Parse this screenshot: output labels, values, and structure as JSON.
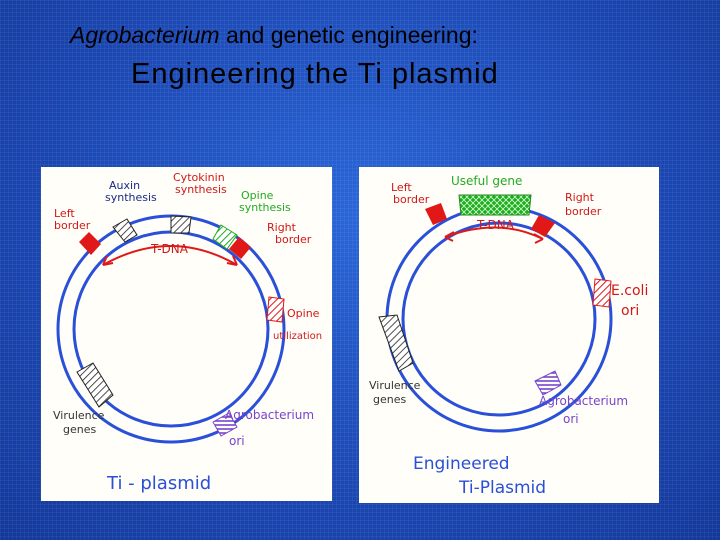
{
  "title": {
    "line1_italic": "Agrobacterium",
    "line1_rest": " and genetic engineering:",
    "line2": "Engineering the Ti plasmid"
  },
  "left_panel": {
    "caption": "Ti - plasmid",
    "labels": {
      "auxin": [
        "Auxin",
        "synthesis"
      ],
      "cytokinin": [
        "Cytokinin",
        "synthesis"
      ],
      "opine_syn": [
        "Opine",
        "synthesis"
      ],
      "left_border": [
        "Left",
        "border"
      ],
      "right_border": [
        "Right",
        "border"
      ],
      "tdna": "T-DNA",
      "opine_util": [
        "Opine",
        "utilization"
      ],
      "virulence": [
        "Virulence",
        "genes"
      ],
      "agro_ori": [
        "Agrobacterium",
        "ori"
      ]
    }
  },
  "right_panel": {
    "caption": [
      "Engineered",
      "Ti-Plasmid"
    ],
    "labels": {
      "useful_gene": "Useful gene",
      "left_border": [
        "Left",
        "border"
      ],
      "right_border": [
        "Right",
        "border"
      ],
      "tdna": "T-DNA",
      "ecoli_ori": [
        "E.coli",
        "ori"
      ],
      "virulence": [
        "Virulence",
        "genes"
      ],
      "agro_ori": [
        "Agrobacterium",
        "ori"
      ]
    }
  },
  "colors": {
    "ring": "#2a4fd8",
    "red": "#e01818",
    "green": "#22aa22",
    "purple": "#7744cc",
    "marker_dark": "#111111"
  }
}
